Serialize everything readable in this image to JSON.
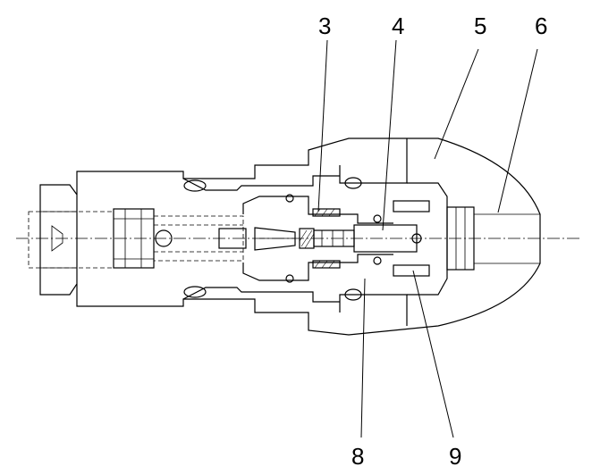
{
  "callouts": {
    "c3": "3",
    "c4": "4",
    "c5": "5",
    "c6": "6",
    "c8": "8",
    "c9": "9"
  }
}
